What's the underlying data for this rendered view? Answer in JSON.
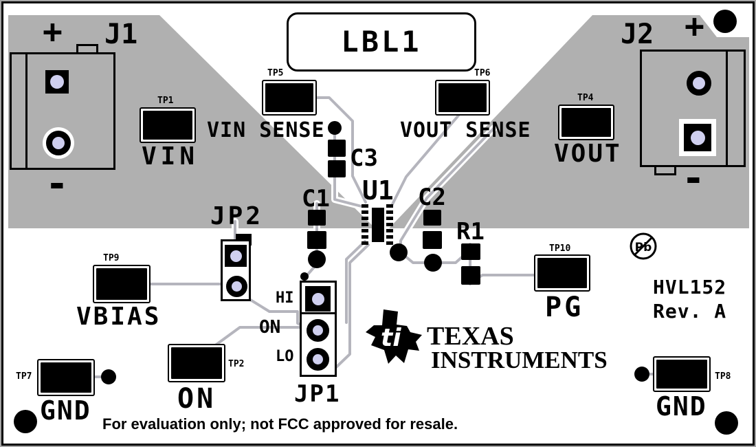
{
  "colors": {
    "silkscreen": "#000000",
    "copper_pour": "#b0b0b0",
    "trace": "#b5b5bd",
    "pad_hole": "#cfcfef",
    "board": "#ffffff"
  },
  "board": {
    "label": "LBL1",
    "model": "HVL152",
    "revision": "Rev. A",
    "disclaimer": "For evaluation only; not FCC approved for resale.",
    "pb_free_mark": "Pb"
  },
  "brand": {
    "logo_mark": "ti",
    "name_line1": "TEXAS",
    "name_line2": "INSTRUMENTS"
  },
  "connectors": [
    {
      "ref": "J1",
      "positive": "+",
      "negative": "-"
    },
    {
      "ref": "J2",
      "positive": "+",
      "negative": "-"
    }
  ],
  "test_points": [
    {
      "ref": "TP1",
      "label": "VIN"
    },
    {
      "ref": "TP5",
      "label": "VIN SENSE"
    },
    {
      "ref": "TP6",
      "label": "VOUT SENSE"
    },
    {
      "ref": "TP4",
      "label": "VOUT"
    },
    {
      "ref": "TP9",
      "label": "VBIAS"
    },
    {
      "ref": "TP2",
      "label": "ON"
    },
    {
      "ref": "TP10",
      "label": "PG"
    },
    {
      "ref": "TP7",
      "label": "GND"
    },
    {
      "ref": "TP8",
      "label": "GND"
    }
  ],
  "jumpers": [
    {
      "ref": "JP2"
    },
    {
      "ref": "JP1",
      "pin_labels": [
        "HI",
        "ON",
        "LO"
      ]
    }
  ],
  "components": [
    {
      "ref": "U1"
    },
    {
      "ref": "C1"
    },
    {
      "ref": "C2"
    },
    {
      "ref": "C3"
    },
    {
      "ref": "R1"
    }
  ]
}
